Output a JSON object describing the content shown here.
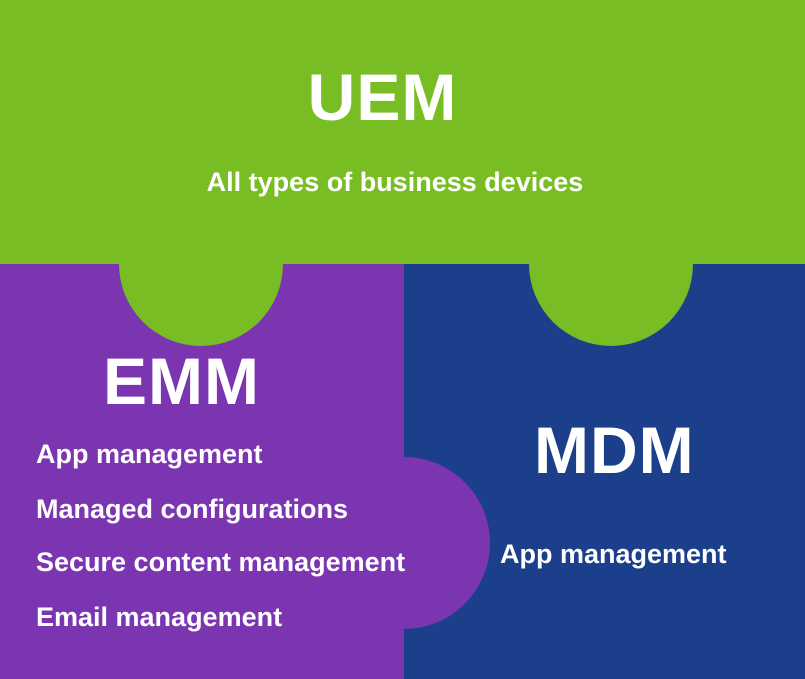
{
  "colors": {
    "uem": "#79bd24",
    "emm": "#7b35b0",
    "mdm": "#1c3f8c",
    "text": "#ffffff"
  },
  "uem": {
    "title": "UEM",
    "subtitle": "All types of business devices"
  },
  "emm": {
    "title": "EMM",
    "items": [
      "App management",
      "Managed configurations",
      "Secure content management",
      "Email management"
    ]
  },
  "mdm": {
    "title": "MDM",
    "items": [
      "App management"
    ]
  }
}
